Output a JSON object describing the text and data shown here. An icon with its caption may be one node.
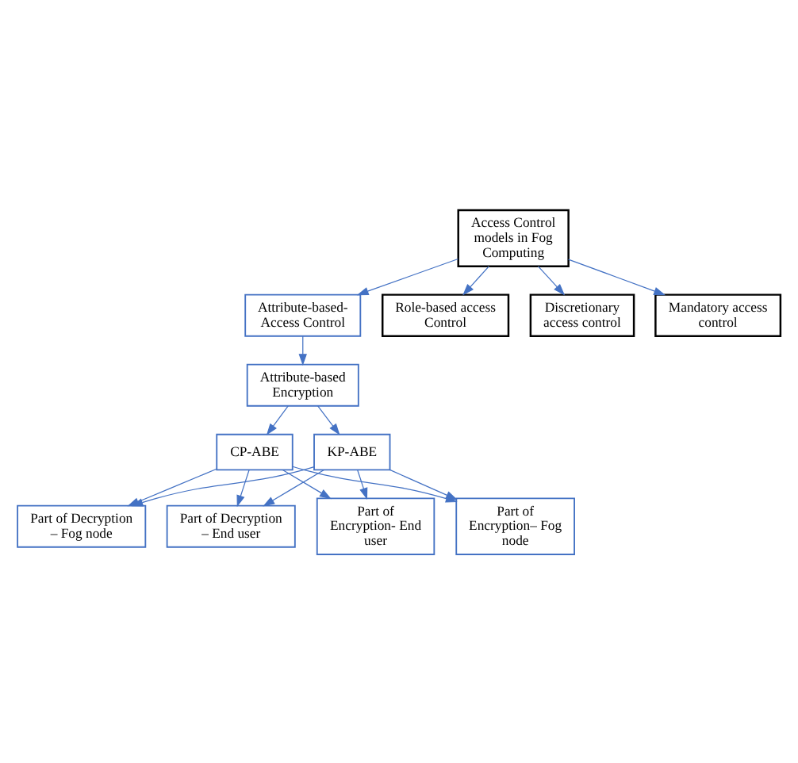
{
  "diagram": {
    "nodes": [
      {
        "text": [
          "Access Control models in Fog Computing"
        ]
      },
      {
        "text": [
          "Attribute-based- Access Control"
        ]
      },
      {
        "text": [
          "Role-based access Control"
        ]
      },
      {
        "text": [
          "Discretionary access control"
        ]
      },
      {
        "text": [
          "Mandatory access control"
        ]
      },
      {
        "text": [
          "Attribute-based Encryption"
        ]
      },
      {
        "text": [
          "CP-ABE"
        ]
      },
      {
        "text": [
          "KP-ABE"
        ]
      },
      {
        "text": [
          "Part of Encryption- End user"
        ]
      },
      {
        "text": [
          "Part of Encryption– Fog node"
        ]
      },
      {
        "text": [
          "Part of Decryption – Fog node"
        ]
      },
      {
        "text": [
          "Part of Decryption – End user"
        ]
      }
    ],
    "edges": [
      {
        "from": 0,
        "to": 1,
        "arrow": "to"
      },
      {
        "from": 0,
        "to": 2,
        "arrow": "to"
      },
      {
        "from": 0,
        "to": 3,
        "arrow": "to"
      },
      {
        "from": 0,
        "to": 4,
        "arrow": "to"
      },
      {
        "from": 1,
        "to": 5,
        "arrow": "to"
      },
      {
        "from": 5,
        "to": 6,
        "arrow": "to"
      },
      {
        "from": 5,
        "to": 7,
        "arrow": "to"
      },
      {
        "from": 6,
        "to": 8,
        "arrow": "to"
      },
      {
        "from": 6,
        "to": 9,
        "arrow": "to"
      },
      {
        "from": 6,
        "to": 10,
        "arrow": "to"
      },
      {
        "from": 6,
        "to": 11,
        "arrow": "to"
      },
      {
        "from": 7,
        "to": 8,
        "arrow": "to"
      },
      {
        "from": 7,
        "to": 9,
        "arrow": "to"
      },
      {
        "from": 7,
        "to": 10,
        "arrow": "to"
      },
      {
        "from": 7,
        "to": 11,
        "arrow": "to"
      }
    ]
  }
}
